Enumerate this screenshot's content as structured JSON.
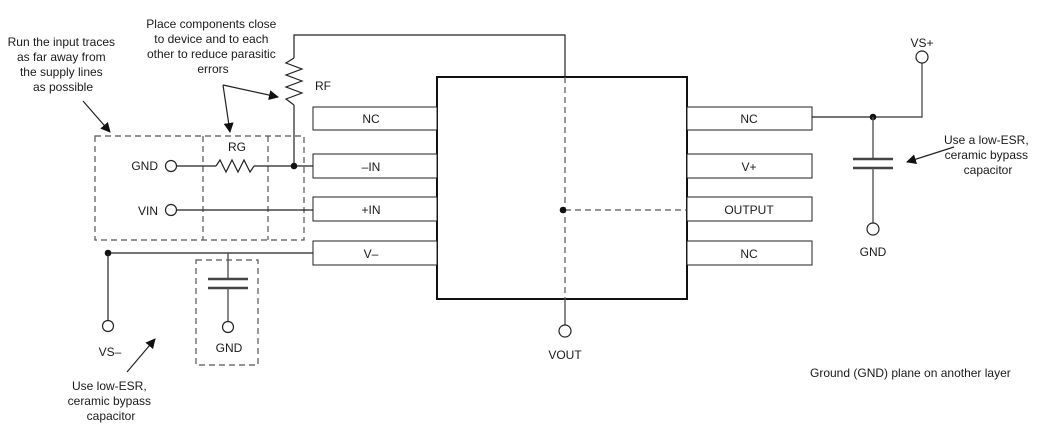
{
  "annotations": {
    "input_traces": [
      "Run the input traces",
      "as far away from",
      "the supply lines",
      "as possible"
    ],
    "place_components": [
      "Place components close",
      "to device and to each",
      "other to reduce parasitic",
      "errors"
    ],
    "bypass_left": [
      "Use low-ESR,",
      "ceramic bypass",
      "capacitor"
    ],
    "bypass_right": [
      "Use a low-ESR,",
      "ceramic bypass",
      "capacitor"
    ],
    "ground_plane": "Ground (GND) plane on another layer"
  },
  "components": {
    "rf": "RF",
    "rg": "RG"
  },
  "left_pins": [
    "NC",
    "–IN",
    "+IN",
    "V–"
  ],
  "right_pins": [
    "NC",
    "V+",
    "OUTPUT",
    "NC"
  ],
  "nodes": {
    "gnd_input": "GND",
    "vin": "VIN",
    "vs_minus": "VS–",
    "gnd_left_cap": "GND",
    "vout": "VOUT",
    "vs_plus": "VS+",
    "gnd_right_cap": "GND"
  }
}
